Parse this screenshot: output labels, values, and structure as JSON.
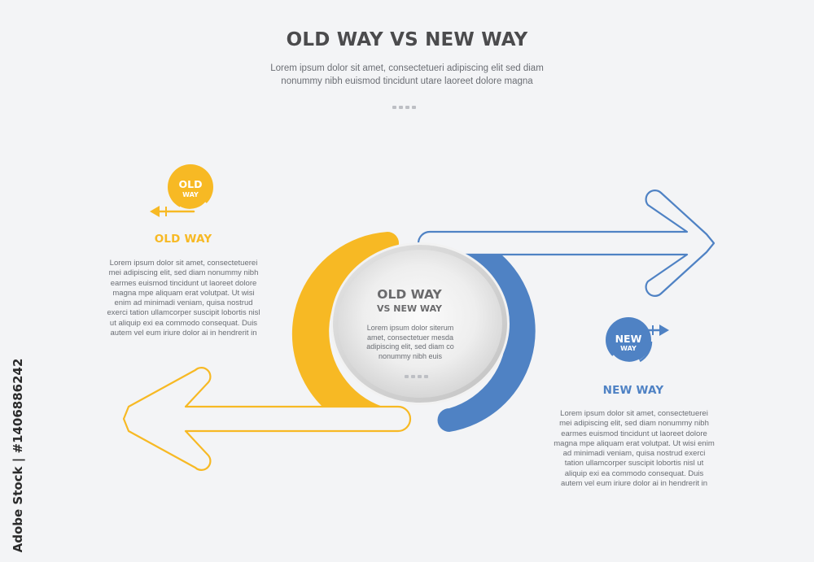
{
  "header": {
    "title": "OLD WAY VS NEW WAY",
    "subtitle": "Lorem ipsum dolor sit amet, consectetueri adipiscing elit sed diam nonummy nibh euismod tincidunt utare laoreet dolore magna"
  },
  "old_way": {
    "badge_line1": "OLD",
    "badge_line2": "WAY",
    "heading": "OLD WAY",
    "text": "Lorem ipsum dolor sit amet, consectetuerei mei adipiscing elit, sed diam nonummy nibh earmes euismod tincidunt ut laoreet dolore magna mpe aliquam erat volutpat. Ut wisi enim ad minimadi veniam, quisa nostrud exerci tation ullamcorper suscipit lobortis nisl ut aliquip exi ea commodo consequat. Duis autem vel eum iriure dolor ai in hendrerit in",
    "color": "#f7b924"
  },
  "center": {
    "title": "OLD WAY",
    "subtitle": "VS NEW WAY",
    "text": "Lorem ipsum dolor siterum amet, consectetuer mesda adipiscing elit, sed diam co nonummy nibh euis"
  },
  "new_way": {
    "badge_line1": "NEW",
    "badge_line2": "WAY",
    "heading": "NEW WAY",
    "text": "Lorem ipsum dolor sit amet, consectetuerei mei adipiscing elit, sed diam nonummy nibh earmes euismod tincidunt ut laoreet dolore magna mpe aliquam erat volutpat. Ut wisi enim ad minimadi veniam, quisa nostrud exerci tation ullamcorper suscipit lobortis nisl ut aliquip exi ea commodo consequat. Duis autem vel eum iriure dolor ai in hendrerit in",
    "color": "#4f82c4"
  },
  "watermark": {
    "side_label": "Adobe Stock | #1406886242"
  }
}
